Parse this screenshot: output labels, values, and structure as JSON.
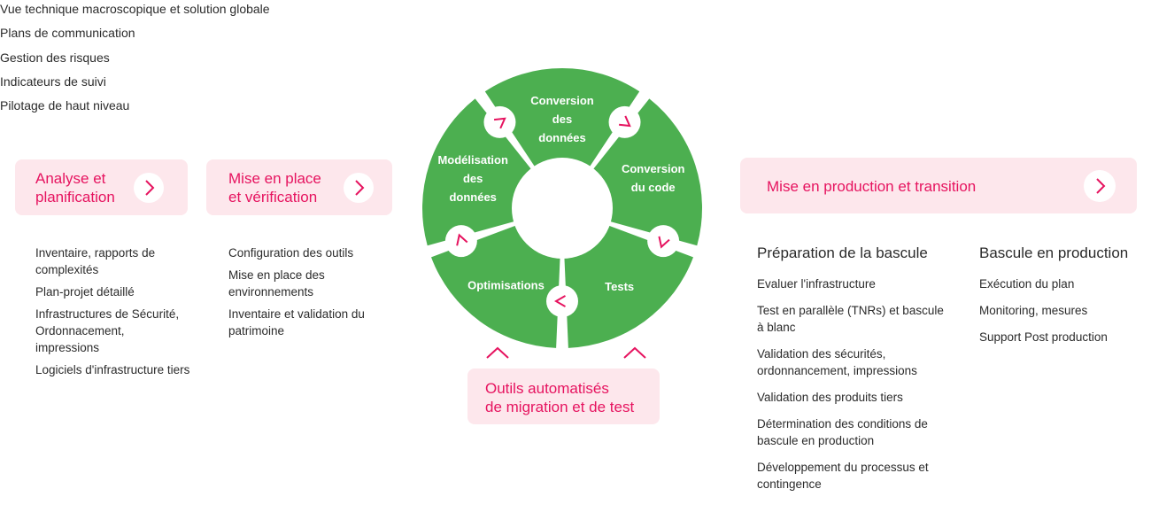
{
  "top_list": [
    "Vue technique macroscopique et solution globale",
    "Plans de communication",
    "Gestion des risques",
    "Indicateurs de suivi",
    "Pilotage de haut niveau"
  ],
  "cards": {
    "analyse": {
      "line1": "Analyse et",
      "line2": "planification"
    },
    "mise_en_place": {
      "line1": "Mise en place",
      "line2": "et vérification"
    },
    "production": {
      "title": "Mise en production et transition"
    },
    "outils": {
      "line1": "Outils automatisés",
      "line2": "de migration et de test"
    }
  },
  "analyse_items": [
    "Inventaire, rapports de complexités",
    "Plan-projet détaillé",
    "Infrastructures de Sécurité, Ordonnacement, impressions",
    "Logiciels d'infrastructure tiers"
  ],
  "mise_items": [
    "Configuration des outils",
    "Mise en place des environnements",
    "Inventaire et validation du patrimoine"
  ],
  "preparation": {
    "heading": "Préparation de la bascule",
    "items": [
      "Evaluer l'infrastructure",
      "Test en parallèle (TNRs) et bascule à blanc",
      "Validation des sécurités, ordonnancement, impressions",
      "Validation des produits tiers",
      "Détermination des conditions de bascule en production",
      "Développement du processus et contingence"
    ]
  },
  "bascule": {
    "heading": "Bascule en production",
    "items": [
      "Exécution du plan",
      "Monitoring, mesures",
      "Support Post production"
    ]
  },
  "wheel": {
    "segments": [
      {
        "lines": [
          "Conversion",
          "des",
          "données"
        ]
      },
      {
        "lines": [
          "Conversion",
          "du code"
        ]
      },
      {
        "lines": [
          "Tests"
        ]
      },
      {
        "lines": [
          "Optimisations"
        ]
      },
      {
        "lines": [
          "Modélisation",
          "des",
          "données"
        ]
      }
    ]
  },
  "colors": {
    "accent": "#e6135f",
    "card_bg": "#fde7ec",
    "wheel_green": "#4caf50",
    "text": "#2b2b2b"
  },
  "icons": {
    "card_chevron": "chevron-right-icon",
    "wheel_arrow": "chevron-arrow-icon",
    "up": "chevron-up-icon"
  }
}
